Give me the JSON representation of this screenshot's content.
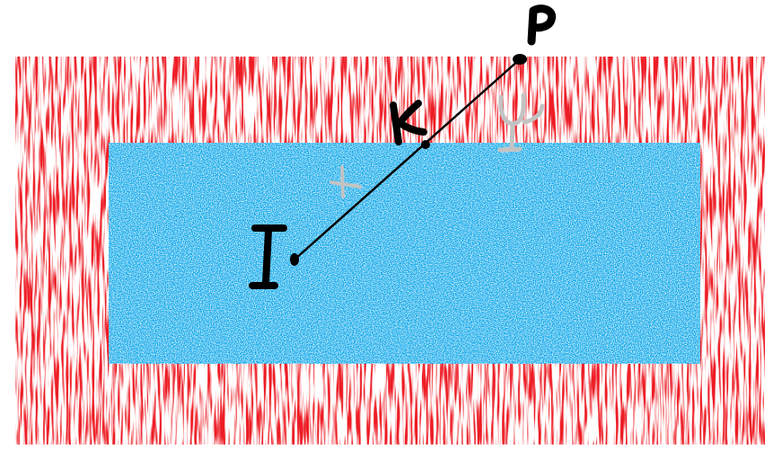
{
  "colors": {
    "background": "#ffffff",
    "outer_region": "#ed1c24",
    "inner_region": "#00a2e8",
    "texture": "#ffffff",
    "ink": "#000000",
    "gray_ink": "#c3c3c3"
  },
  "labels": {
    "point_p": "P",
    "point_k": "K",
    "point_i": "I",
    "symbol_x": "x",
    "symbol_y": "y"
  }
}
